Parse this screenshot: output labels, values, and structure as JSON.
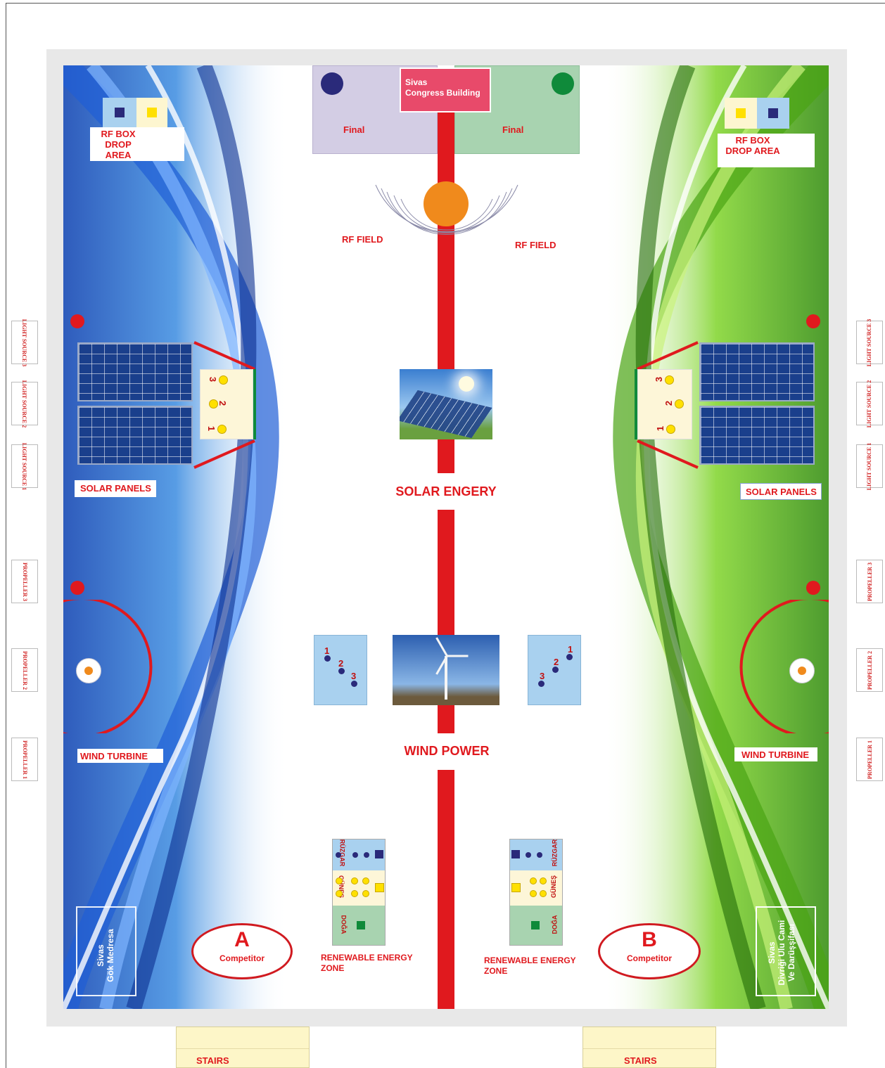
{
  "final_zone": {
    "left_label": "Final",
    "right_label": "Final",
    "building_line1": "Sivas",
    "building_line2": "Congress Building"
  },
  "rf": {
    "drop_left_line1": "RF BOX",
    "drop_left_line2": "DROP AREA",
    "drop_right_line1": "RF BOX",
    "drop_right_line2": "DROP AREA",
    "field_left": "RF FIELD",
    "field_right": "RF FIELD"
  },
  "center": {
    "solar_title": "SOLAR ENGERY",
    "wind_title": "WIND POWER"
  },
  "left_side": {
    "solar_label": "SOLAR PANELS",
    "wind_label": "WIND TURBINE",
    "light_sources": [
      "LIGHT SOURCE 3",
      "LIGHT SOURCE 2",
      "LIGHT SOURCE 1"
    ],
    "propellers": [
      "PROPELLER 3",
      "PROPELLER 2",
      "PROPELLER 1"
    ],
    "slot_numbers": [
      "3",
      "2",
      "1"
    ],
    "landmark_line1": "Sivas",
    "landmark_line2": "Gök Medresa"
  },
  "right_side": {
    "solar_label": "SOLAR PANELS",
    "wind_label": "WIND TURBINE",
    "light_sources": [
      "LIGHT SOURCE 3",
      "LIGHT SOURCE 2",
      "LIGHT SOURCE 1"
    ],
    "propellers": [
      "PROPELLER 3",
      "PROPELLER 2",
      "PROPELLER 1"
    ],
    "slot_numbers": [
      "3",
      "2",
      "1"
    ],
    "landmark_line1": "Sivas",
    "landmark_line2": "Divriği Ulu Cami",
    "landmark_line3": "Ve Darüşşifası"
  },
  "wind_cards": {
    "left_numbers": [
      "1",
      "2",
      "3"
    ],
    "right_numbers": [
      "1",
      "2",
      "3"
    ]
  },
  "renewable": {
    "left_line1": "RENEWABLE ENERGY",
    "left_line2": "ZONE",
    "right_line1": "RENEWABLE ENERGY",
    "right_line2": "ZONE",
    "row_wind": "RÜZGAR",
    "row_solar": "GÜNEŞ",
    "row_nature": "DOĞA"
  },
  "competitors": {
    "a_letter": "A",
    "a_label": "Competitor",
    "b_letter": "B",
    "b_label": "Competitor"
  },
  "stairs": {
    "left": "STAIRS",
    "right": "STAIRS"
  },
  "colors": {
    "line_red": "#e0191e",
    "team_blue": "#2a2a7a",
    "team_green": "#0f8a3a",
    "rf_orange": "#f08a1c"
  }
}
